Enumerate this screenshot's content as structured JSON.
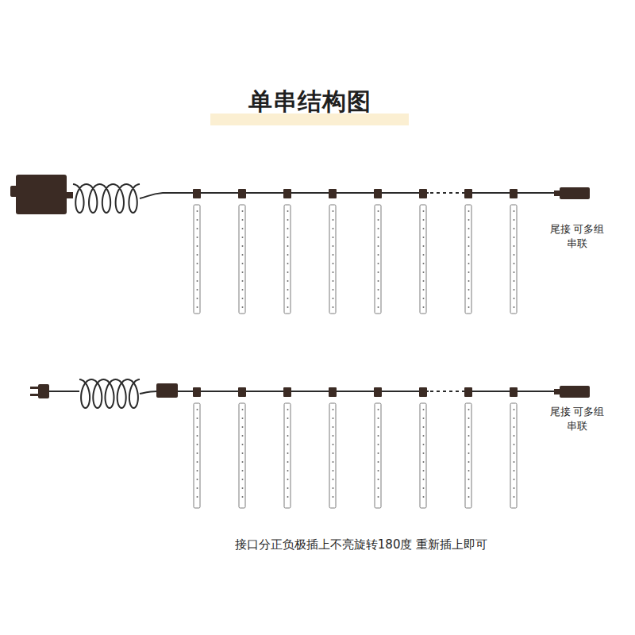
{
  "diagram": {
    "title": "单串结构图",
    "caption": "接口分正负极插上不亮旋转180度 重新插上即可",
    "labels": [
      "尾接 可多组串联",
      "尾接 可多组串联"
    ]
  }
}
